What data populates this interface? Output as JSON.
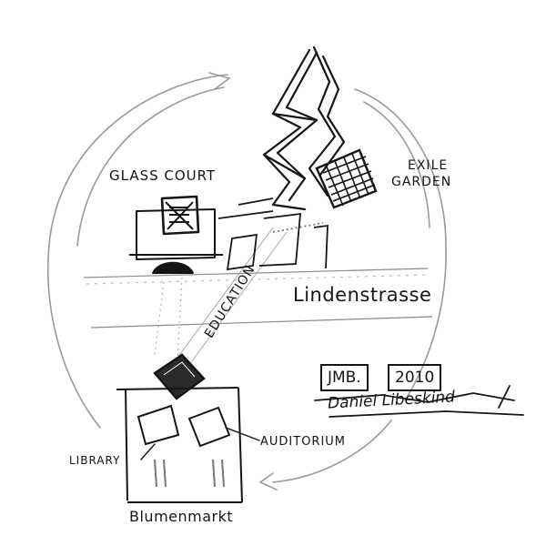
{
  "labels": {
    "glass_court": "GLASS COURT",
    "exile_garden_line1": "EXILE",
    "exile_garden_line2": "GARDEN",
    "lindenstrasse": "Lindenstrasse",
    "education": "EDUCATION",
    "library": "LIBRARY",
    "auditorium": "AUDITORIUM",
    "blumenmarkt": "Blumenmarkt",
    "stamp_left": "JMB.",
    "stamp_right": "2010",
    "signature": "Daniel Libeskind"
  },
  "colors": {
    "ink": "#151515",
    "pencil": "#9a9a9a"
  }
}
